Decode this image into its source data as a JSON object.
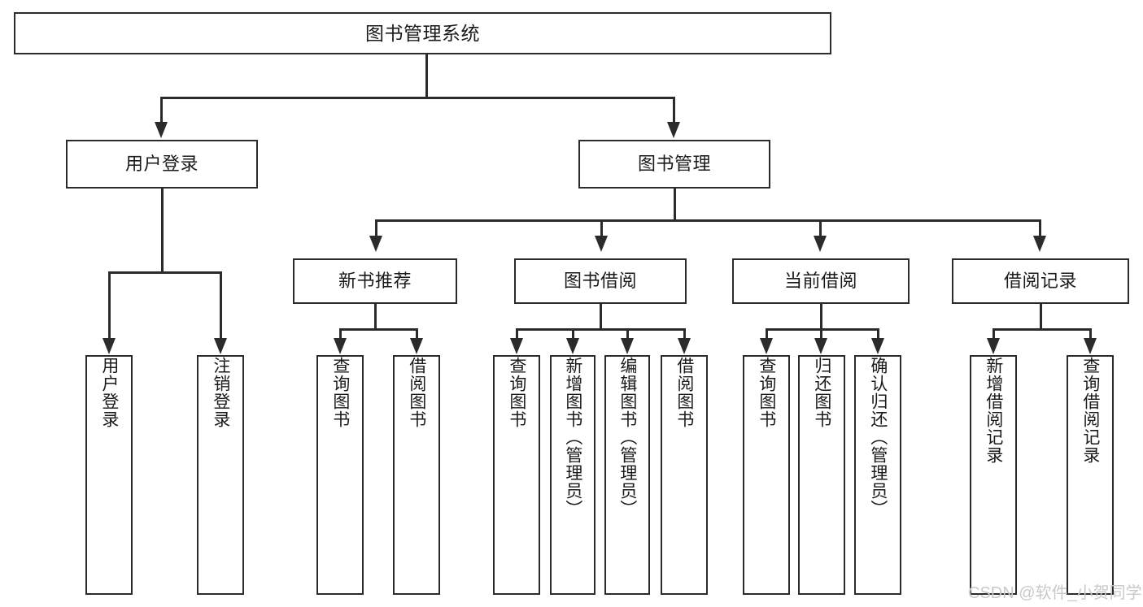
{
  "diagram": {
    "type": "tree-hierarchy-chart",
    "title": "图书管理系统",
    "watermark": "CSDN @软件_小贺同学",
    "colors": {
      "stroke": "#2b2b2b",
      "fill": "#ffffff",
      "text": "#1a1a1a",
      "watermark": "#c9c9c9"
    },
    "nodes": {
      "root": {
        "label": "图书管理系统"
      },
      "level2": [
        {
          "label": "用户登录"
        },
        {
          "label": "图书管理"
        }
      ],
      "level3": [
        {
          "label": "新书推荐"
        },
        {
          "label": "图书借阅"
        },
        {
          "label": "当前借阅"
        },
        {
          "label": "借阅记录"
        }
      ],
      "leaves": {
        "user_login": [
          {
            "label": "用户登录"
          },
          {
            "label": "注销登录"
          }
        ],
        "new_book": [
          {
            "label": "查询图书"
          },
          {
            "label": "借阅图书"
          }
        ],
        "book_borrow": [
          {
            "label": "查询图书"
          },
          {
            "label": "新增图书（管理员）"
          },
          {
            "label": "编辑图书（管理员）"
          },
          {
            "label": "借阅图书"
          }
        ],
        "current_borrow": [
          {
            "label": "查询图书"
          },
          {
            "label": "归还图书"
          },
          {
            "label": "确认归还（管理员）"
          }
        ],
        "borrow_record": [
          {
            "label": "新增借阅记录"
          },
          {
            "label": "查询借阅记录"
          }
        ]
      }
    }
  }
}
